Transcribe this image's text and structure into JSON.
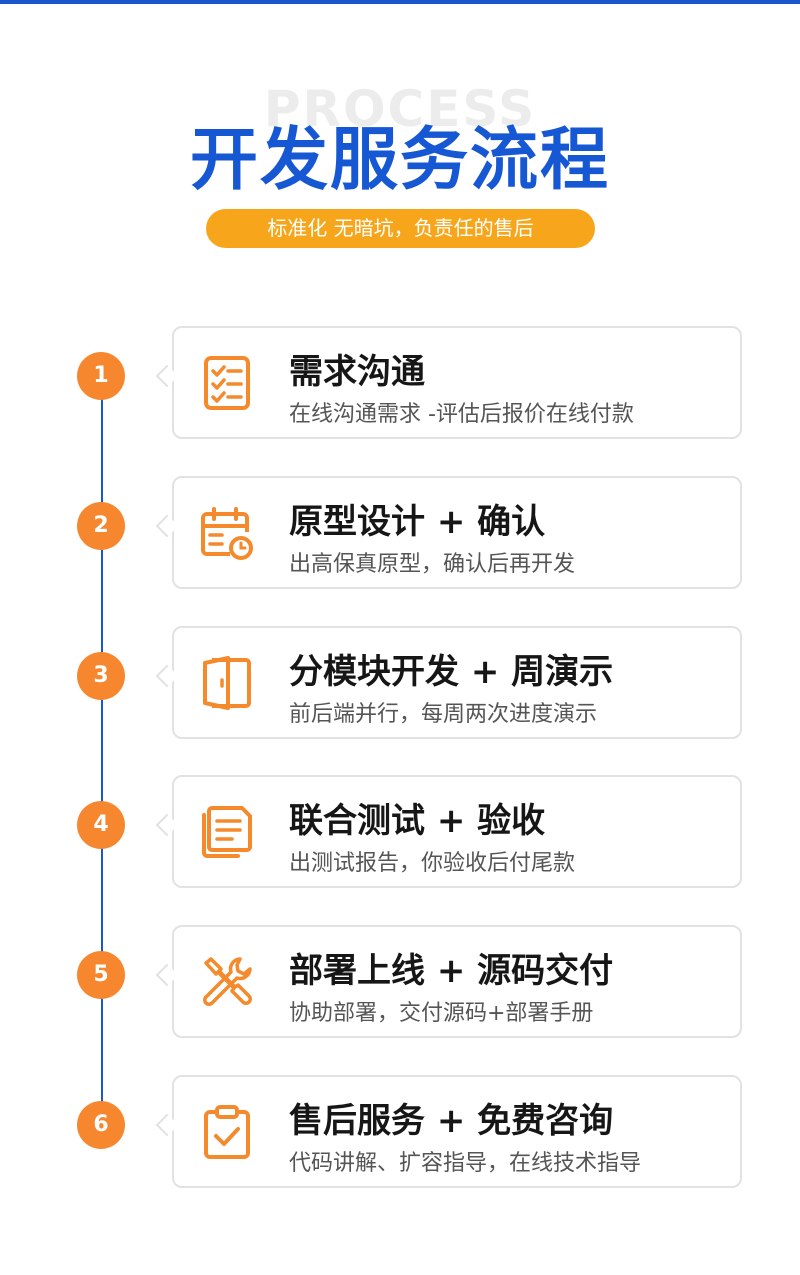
{
  "header": {
    "watermark": "PROCESS",
    "title": "开发服务流程",
    "subtitle": "标准化 无暗坑，负责任的售后"
  },
  "colors": {
    "title_blue": "#1657d3",
    "pill_orange": "#f7a61c",
    "step_orange": "#f7872e",
    "icon_orange": "#f58a2c"
  },
  "steps": [
    {
      "number": "1",
      "icon": "checklist-icon",
      "title": "需求沟通",
      "desc": "在线沟通需求 -评估后报价在线付款"
    },
    {
      "number": "2",
      "icon": "calendar-clock-icon",
      "title": "原型设计 + 确认",
      "desc": "出高保真原型，确认后再开发"
    },
    {
      "number": "3",
      "icon": "door-icon",
      "title": "分模块开发 + 周演示",
      "desc": "前后端并行，每周两次进度演示"
    },
    {
      "number": "4",
      "icon": "document-icon",
      "title": "联合测试 + 验收",
      "desc": "出测试报告，你验收后付尾款"
    },
    {
      "number": "5",
      "icon": "wrench-screwdriver-icon",
      "title": "部署上线 + 源码交付",
      "desc": "协助部署，交付源码+部署手册"
    },
    {
      "number": "6",
      "icon": "clipboard-check-icon",
      "title": "售后服务 + 免费咨询",
      "desc": "代码讲解、扩容指导，在线技术指导"
    }
  ]
}
